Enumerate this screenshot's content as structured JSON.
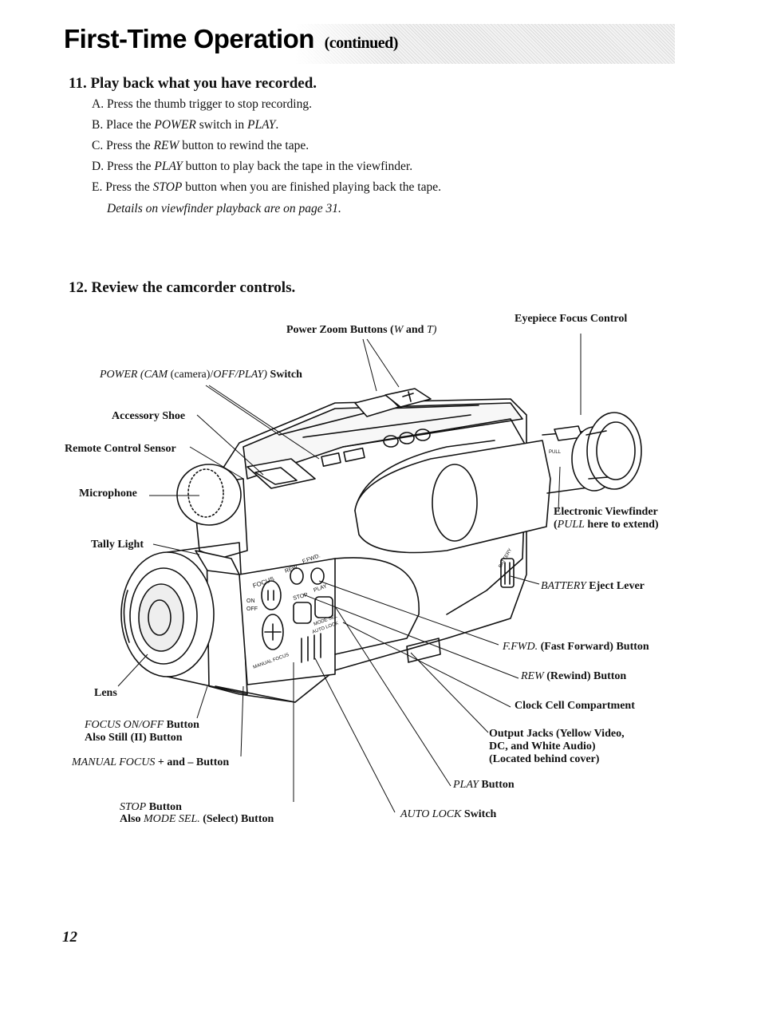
{
  "header": {
    "title": "First-Time Operation",
    "continued": "(continued)"
  },
  "section11": {
    "heading": "11. Play back what you have recorded.",
    "steps": [
      {
        "letter": "A.",
        "pre": " Press the thumb trigger to stop recording.",
        "italic": "",
        "post": ""
      },
      {
        "letter": "B.",
        "pre": " Place the ",
        "italic": "POWER",
        "mid": " switch in ",
        "italic2": "PLAY",
        "post": "."
      },
      {
        "letter": "C.",
        "pre": " Press the ",
        "italic": "REW",
        "post": " button to rewind the tape."
      },
      {
        "letter": "D.",
        "pre": " Press the ",
        "italic": "PLAY",
        "post": " button to play back the tape in the viewfinder."
      },
      {
        "letter": "E.",
        "pre": " Press the ",
        "italic": "STOP",
        "post": " button when you are finished playing back the tape."
      }
    ],
    "note": "Details on viewfinder playback are on page 31."
  },
  "section12": {
    "heading": "12. Review the camcorder controls."
  },
  "labels": {
    "power_zoom": {
      "a": "Power Zoom Buttons (",
      "w": "W",
      "b": " and ",
      "t": "T)"
    },
    "eyepiece": "Eyepiece Focus Control",
    "power_switch": {
      "italic": "POWER (CAM",
      "normal": " (camera)/",
      "italic2": "OFF/PLAY)",
      "bold": " Switch"
    },
    "accessory_shoe": "Accessory Shoe",
    "remote_sensor": "Remote Control Sensor",
    "microphone": "Microphone",
    "tally_light": "Tally Light",
    "viewfinder_1": "Electronic Viewfinder",
    "viewfinder_2": {
      "open": "(",
      "italic": "PULL",
      "rest": " here to extend)"
    },
    "battery": {
      "italic": "BATTERY",
      "rest": " Eject Lever"
    },
    "ffwd": {
      "italic": "F.FWD.",
      "rest": " (Fast Forward) Button"
    },
    "rew": {
      "italic": "REW",
      "rest": " (Rewind) Button"
    },
    "clock": "Clock Cell Compartment",
    "output_1": "Output Jacks (Yellow Video,",
    "output_2": "DC, and White Audio)",
    "output_3": "(Located behind cover)",
    "lens": "Lens",
    "focus_1": {
      "italic": "FOCUS ON/OFF",
      "rest": " Button"
    },
    "focus_2": "Also Still (II) Button",
    "manual_focus": {
      "italic": "MANUAL FOCUS",
      "rest": " + and – Button"
    },
    "play": {
      "italic": "PLAY",
      "rest": " Button"
    },
    "stop_1": {
      "italic": "STOP",
      "rest": " Button"
    },
    "stop_2": {
      "a": "Also ",
      "italic": "MODE SEL.",
      "rest": " (Select) Button"
    },
    "auto_lock": {
      "italic": "AUTO LOCK",
      "rest": " Switch"
    }
  },
  "camera_marks": {
    "focus": "FOCUS",
    "rew": "REW",
    "ffwd": "F.FWD.",
    "on": "ON",
    "off": "OFF",
    "stop": "STOP",
    "play": "PLAY",
    "mode_sel": "MODE SEL",
    "auto_lock": "AUTO LOCK",
    "manual_focus": "MANUAL FOCUS",
    "battery": "BATTERY",
    "pull": "PULL"
  },
  "page_number": "12"
}
